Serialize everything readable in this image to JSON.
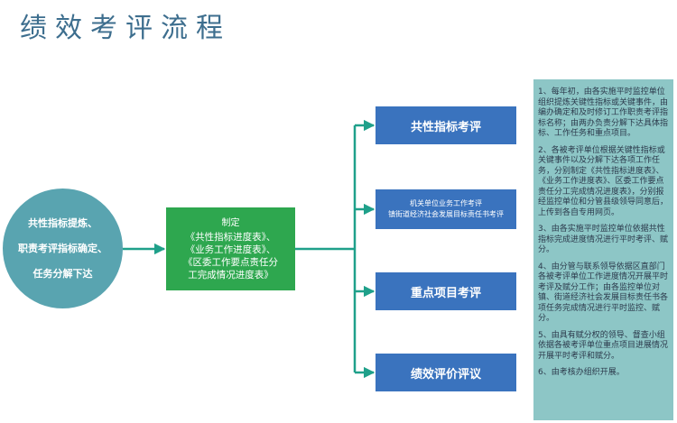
{
  "title": "绩效考评流程",
  "colors": {
    "title": "#3d6e8e",
    "circle": "#59a4b0",
    "middle_box": "#2ea74f",
    "right_boxes": "#3a73be",
    "connector": "#1fa08a",
    "notes_panel": "#8dc6c6"
  },
  "start_node": {
    "lines": [
      "共性指标提炼、",
      "职责考评指标确定、",
      "任务分解下达"
    ]
  },
  "middle_node": {
    "heading": "制定",
    "lines": [
      "《共性指标进度表》、",
      "《业务工作进度表》、",
      "《区委工作要点责任分",
      "工完成情况进度表》"
    ]
  },
  "right_nodes": [
    {
      "label": "共性指标考评"
    },
    {
      "lines": [
        "机关单位业务工作考评",
        "镇街道经济社会发展目标责任书考评"
      ]
    },
    {
      "label": "重点项目考评"
    },
    {
      "label": "绩效评价评议"
    }
  ],
  "notes": [
    "1、每年初，由各实施平时监控单位组织提炼关键性指标或关键事件，由编办确定和及时修订工作职责考评指标名称；由两办负责分解下达具体指标、工作任务和重点项目。",
    "2、各被考评单位根据关键性指标或关键事件以及分解下达各项工作任务，分别制定《共性指标进度表》、《业务工作进度表》、区委工作要点责任分工完成情况进度表》，分别报经监控单位和分管县级领导同意后，上传到各自专用网页。",
    "3、由各实施平时监控单位依据共性指标完成进度情况进行平时考评、赋分。",
    "4、由分管与联系领导依据区直部门各被考评单位工作进度情况开展平时考评及赋分工作；由各监控单位对镇、街道经济社会发展目标责任书各项任务完成情况进行平时监控、赋分。",
    "5、由具有赋分权的领导、督查小组依据各被考评单位重点项目进展情况开展平时考评和赋分。",
    "6、由考核办组织开展。"
  ]
}
